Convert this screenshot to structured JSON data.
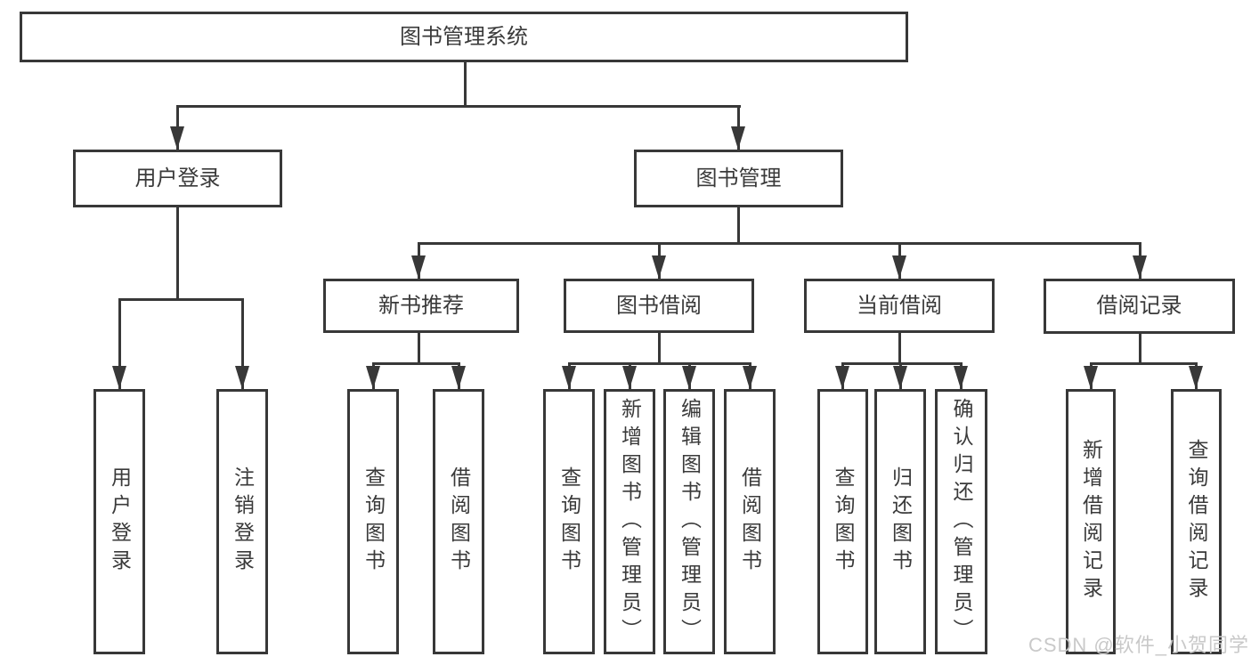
{
  "diagram": {
    "type": "hierarchy-tree",
    "tree": {
      "label": "图书管理系统",
      "children": [
        {
          "label": "用户登录",
          "children": [
            {
              "label": "用户登录"
            },
            {
              "label": "注销登录"
            }
          ]
        },
        {
          "label": "图书管理",
          "children": [
            {
              "label": "新书推荐",
              "children": [
                {
                  "label": "查询图书"
                },
                {
                  "label": "借阅图书"
                }
              ]
            },
            {
              "label": "图书借阅",
              "children": [
                {
                  "label": "查询图书"
                },
                {
                  "label": "新增图书（管理员）"
                },
                {
                  "label": "编辑图书（管理员）"
                },
                {
                  "label": "借阅图书"
                }
              ]
            },
            {
              "label": "当前借阅",
              "children": [
                {
                  "label": "查询图书"
                },
                {
                  "label": "归还图书"
                },
                {
                  "label": "确认归还（管理员）"
                }
              ]
            },
            {
              "label": "借阅记录",
              "children": [
                {
                  "label": "新增借阅记录"
                },
                {
                  "label": "查询借阅记录"
                }
              ]
            }
          ]
        }
      ]
    },
    "colors": {
      "line": "#383838",
      "text": "#3a3a3a",
      "box_fill": "#ffffff",
      "watermark": "#c9c9c9"
    }
  },
  "watermark": {
    "text": "CSDN @软件_小贺同学"
  }
}
